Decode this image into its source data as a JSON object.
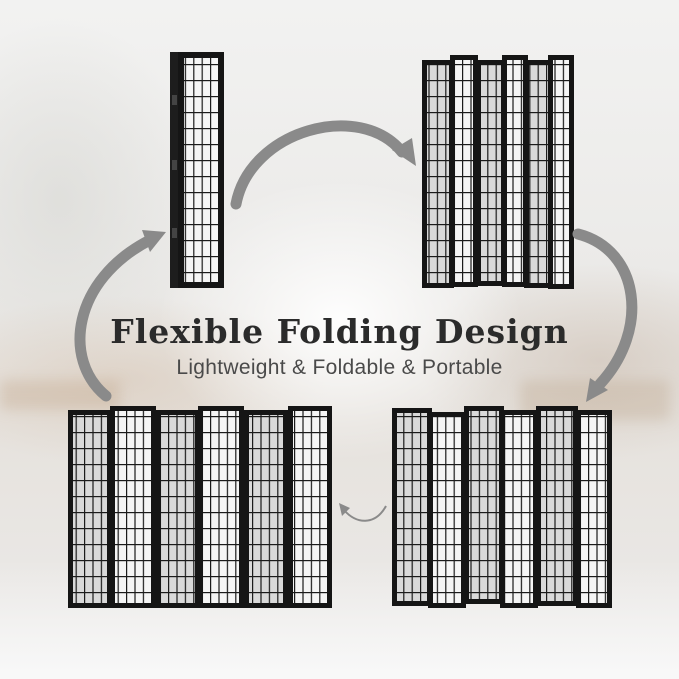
{
  "headline": "Flexible Folding Design",
  "subheadline": "Lightweight & Foldable & Portable",
  "colors": {
    "frame": "#151515",
    "paper": "#f4f4f4",
    "arrow": "#8a8a8a",
    "headline": "#2b2b2b",
    "subheadline": "#4a4a4a"
  },
  "illustrations": [
    {
      "name": "folded-screen",
      "panels": 1,
      "state": "fully folded"
    },
    {
      "name": "partially-folded-screen",
      "panels": 6,
      "state": "accordion folded"
    },
    {
      "name": "unfolded-screen-right",
      "panels": 6,
      "state": "zig-zag unfolded"
    },
    {
      "name": "unfolded-screen-left",
      "panels": 6,
      "state": "zig-zag unfolded"
    }
  ]
}
